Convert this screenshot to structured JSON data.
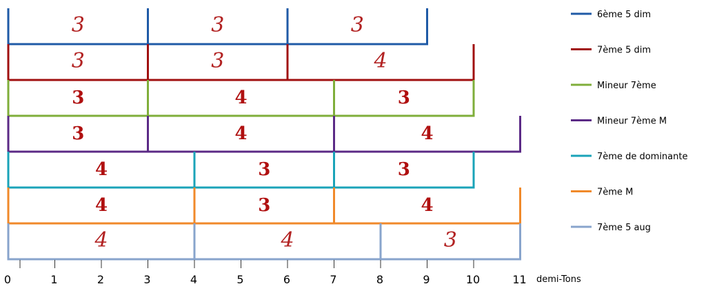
{
  "rows": [
    {
      "name": "6ème 5 dim",
      "color": "#1f5aa6",
      "style": "italic",
      "notes": [
        0,
        3,
        6,
        9
      ],
      "intervals": [
        "3",
        "3",
        "3"
      ]
    },
    {
      "name": "7ème 5 dim",
      "color": "#a01010",
      "style": "italic",
      "notes": [
        0,
        3,
        6,
        10
      ],
      "intervals": [
        "3",
        "3",
        "4"
      ]
    },
    {
      "name": "Mineur 7ème",
      "color": "#7fae3a",
      "style": "bold",
      "notes": [
        0,
        3,
        7,
        10
      ],
      "intervals": [
        "3",
        "4",
        "3"
      ]
    },
    {
      "name": "Mineur 7ème M",
      "color": "#5b2a86",
      "style": "bold",
      "notes": [
        0,
        3,
        7,
        11
      ],
      "intervals": [
        "3",
        "4",
        "4"
      ]
    },
    {
      "name": "7ème de dominante",
      "color": "#1aa3b8",
      "style": "bold",
      "notes": [
        0,
        4,
        7,
        10
      ],
      "intervals": [
        "4",
        "3",
        "3"
      ]
    },
    {
      "name": "7ème M",
      "color": "#f0892a",
      "style": "bold",
      "notes": [
        0,
        4,
        7,
        11
      ],
      "intervals": [
        "4",
        "3",
        "4"
      ]
    },
    {
      "name": "7ème 5 aug",
      "color": "#88a4cc",
      "style": "italic",
      "notes": [
        0,
        4,
        8,
        11
      ],
      "intervals": [
        "4",
        "4",
        "3"
      ]
    }
  ],
  "axis": {
    "ticks": [
      "0",
      "1",
      "2",
      "3",
      "4",
      "5",
      "6",
      "7",
      "8",
      "9",
      "10",
      "11"
    ],
    "label": "demi-Tons"
  }
}
